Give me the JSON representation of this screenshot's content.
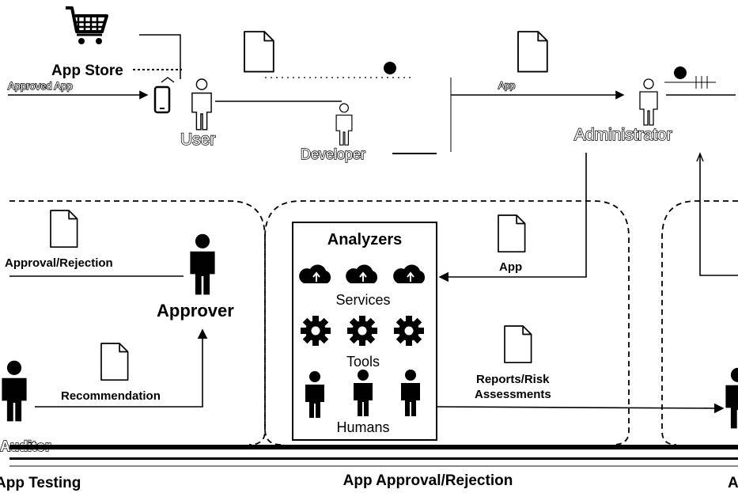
{
  "top": {
    "app_store_label": "App Store",
    "approved_app_label": "Approved App",
    "user_label": "User",
    "developer_label": "Developer",
    "administrator_label": "Administrator",
    "app_label_top": "App"
  },
  "testing": {
    "approval_rejection_label": "Approval/Rejection",
    "approver_label": "Approver",
    "recommendation_label": "Recommendation",
    "section_title": "App Testing",
    "auditor_label": "Auditor"
  },
  "analyzers": {
    "title": "Analyzers",
    "services_label": "Services",
    "tools_label": "Tools",
    "humans_label": "Humans"
  },
  "right": {
    "app_label": "App",
    "reports_line1": "Reports/Risk",
    "reports_line2": "Assessments",
    "section_title": "App Approval/Rejection",
    "edge_title": "A"
  },
  "colors": {
    "ink": "#000000",
    "background": "#ffffff"
  }
}
